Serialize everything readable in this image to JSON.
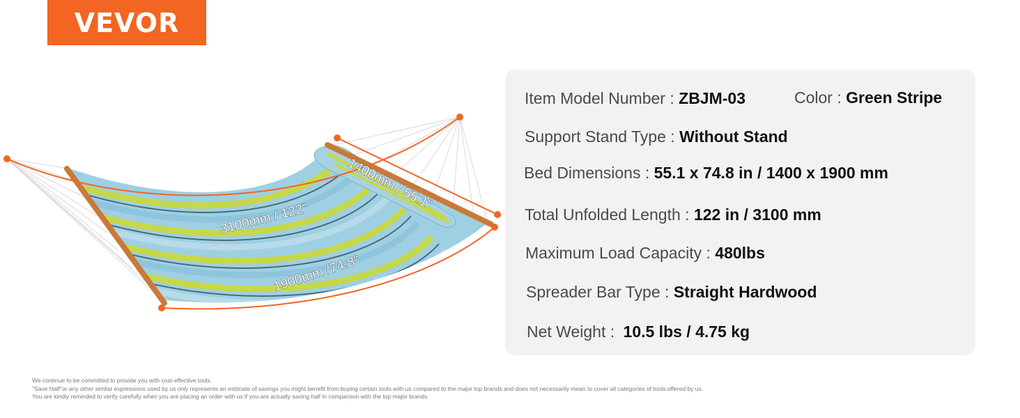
{
  "brand": {
    "logo_text": "VEVOR",
    "color": "#f26522"
  },
  "product_image": {
    "dimensions": {
      "length_label": "3100mm / 122\"",
      "width_label": "1400mm / 55.1\"",
      "bed_label": "1900mm /74.8\""
    },
    "colors": {
      "stripe_blue": "#8ec5dd",
      "stripe_green": "#c6d84a",
      "stripe_dark": "#4a6b78",
      "wood": "#c97a3a",
      "dimension_line": "#f26522"
    }
  },
  "specs": {
    "model": {
      "label": "Item Model Number :",
      "value": "ZBJM-03"
    },
    "color": {
      "label": "Color :",
      "value": "Green Stripe"
    },
    "stand": {
      "label": "Support Stand Type :",
      "value": "Without Stand"
    },
    "bed": {
      "label": "Bed Dimensions :",
      "value": "55.1 x 74.8 in / 1400 x 1900 mm"
    },
    "length": {
      "label": "Total Unfolded Length :",
      "value": "122 in / 3100 mm"
    },
    "load": {
      "label": "Maximum Load Capacity :",
      "value": "480lbs"
    },
    "spreader": {
      "label": "Spreader Bar Type :",
      "value": "Straight Hardwood"
    },
    "weight": {
      "label": "Net Weight :",
      "value": "10.5 lbs / 4.75 kg"
    }
  },
  "disclaimer": {
    "line1": "We continue to be committed to provide you with cost-effective tools.",
    "line2": "\"Save Half\"or any other similar expressions used by us only represents an estimate of savings you might benefit from buying certain tools with us compared to the major top brands and does not necessarily mean to cover all categories of tools offered by us.",
    "line3": "You are kindly reminded to verify carefully when you are placing an order with us if you are actually saving half in comparison with the top major brands."
  }
}
